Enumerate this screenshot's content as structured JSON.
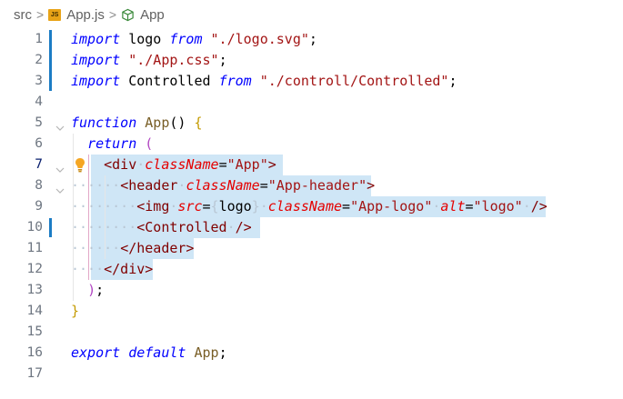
{
  "breadcrumb": {
    "items": [
      "src",
      "App.js",
      "App"
    ],
    "file_icon_text": "JS",
    "separator": ">"
  },
  "editor": {
    "lines": [
      {
        "num": "1",
        "tokens": [
          {
            "t": "import",
            "c": "kw"
          },
          {
            "t": " logo ",
            "c": "plain"
          },
          {
            "t": "from",
            "c": "kw"
          },
          {
            "t": " ",
            "c": "plain"
          },
          {
            "t": "\"./logo.svg\"",
            "c": "str"
          },
          {
            "t": ";",
            "c": "plain"
          }
        ]
      },
      {
        "num": "2",
        "tokens": [
          {
            "t": "import",
            "c": "kw"
          },
          {
            "t": " ",
            "c": "plain"
          },
          {
            "t": "\"./App.css\"",
            "c": "str"
          },
          {
            "t": ";",
            "c": "plain"
          }
        ]
      },
      {
        "num": "3",
        "tokens": [
          {
            "t": "import",
            "c": "kw"
          },
          {
            "t": " Controlled ",
            "c": "plain"
          },
          {
            "t": "from",
            "c": "kw"
          },
          {
            "t": " ",
            "c": "plain"
          },
          {
            "t": "\"./controll/Controlled\"",
            "c": "str"
          },
          {
            "t": ";",
            "c": "plain"
          }
        ]
      },
      {
        "num": "4",
        "tokens": []
      },
      {
        "num": "5",
        "tokens": [
          {
            "t": "function",
            "c": "kw"
          },
          {
            "t": " ",
            "c": "plain"
          },
          {
            "t": "App",
            "c": "fn"
          },
          {
            "t": "() ",
            "c": "plain"
          },
          {
            "t": "{",
            "c": "br"
          }
        ]
      },
      {
        "num": "6",
        "tokens": [
          {
            "t": "  ",
            "c": "plain"
          },
          {
            "t": "return",
            "c": "kw"
          },
          {
            "t": " ",
            "c": "plain"
          },
          {
            "t": "(",
            "c": "br2"
          }
        ]
      },
      {
        "num": "7",
        "tokens": [
          {
            "t": "    ",
            "c": "plain"
          },
          {
            "t": "<div",
            "c": "tag"
          },
          {
            "t": "·",
            "c": "dot"
          },
          {
            "t": "className",
            "c": "attr"
          },
          {
            "t": "=",
            "c": "plain"
          },
          {
            "t": "\"App\"",
            "c": "str"
          },
          {
            "t": ">",
            "c": "tag"
          }
        ]
      },
      {
        "num": "8",
        "tokens": [
          {
            "t": "······",
            "c": "dot"
          },
          {
            "t": "<header",
            "c": "tag"
          },
          {
            "t": "·",
            "c": "dot"
          },
          {
            "t": "className",
            "c": "attr"
          },
          {
            "t": "=",
            "c": "plain"
          },
          {
            "t": "\"App-header\"",
            "c": "str"
          },
          {
            "t": ">",
            "c": "tag"
          }
        ]
      },
      {
        "num": "9",
        "tokens": [
          {
            "t": "········",
            "c": "dot"
          },
          {
            "t": "<img",
            "c": "tag"
          },
          {
            "t": "·",
            "c": "dot"
          },
          {
            "t": "src",
            "c": "attr"
          },
          {
            "t": "=",
            "c": "plain"
          },
          {
            "t": "{",
            "c": "dot"
          },
          {
            "t": "logo",
            "c": "plain"
          },
          {
            "t": "}",
            "c": "dot"
          },
          {
            "t": "·",
            "c": "dot"
          },
          {
            "t": "className",
            "c": "attr"
          },
          {
            "t": "=",
            "c": "plain"
          },
          {
            "t": "\"App-logo\"",
            "c": "str"
          },
          {
            "t": "·",
            "c": "dot"
          },
          {
            "t": "alt",
            "c": "attr"
          },
          {
            "t": "=",
            "c": "plain"
          },
          {
            "t": "\"logo\"",
            "c": "str"
          },
          {
            "t": "·",
            "c": "dot"
          },
          {
            "t": "/>",
            "c": "tag"
          }
        ]
      },
      {
        "num": "10",
        "tokens": [
          {
            "t": "········",
            "c": "dot"
          },
          {
            "t": "<Controlled",
            "c": "tag"
          },
          {
            "t": "·",
            "c": "dot"
          },
          {
            "t": "/>",
            "c": "tag"
          }
        ]
      },
      {
        "num": "11",
        "tokens": [
          {
            "t": "······",
            "c": "dot"
          },
          {
            "t": "</header>",
            "c": "tag"
          }
        ]
      },
      {
        "num": "12",
        "tokens": [
          {
            "t": "····",
            "c": "dot"
          },
          {
            "t": "</div>",
            "c": "tag"
          }
        ]
      },
      {
        "num": "13",
        "tokens": [
          {
            "t": "  ",
            "c": "plain"
          },
          {
            "t": ")",
            "c": "br2"
          },
          {
            "t": ";",
            "c": "plain"
          }
        ]
      },
      {
        "num": "14",
        "tokens": [
          {
            "t": "}",
            "c": "br"
          }
        ]
      },
      {
        "num": "15",
        "tokens": []
      },
      {
        "num": "16",
        "tokens": [
          {
            "t": "export",
            "c": "kw"
          },
          {
            "t": " ",
            "c": "plain"
          },
          {
            "t": "default",
            "c": "kw"
          },
          {
            "t": " ",
            "c": "plain"
          },
          {
            "t": "App",
            "c": "fn"
          },
          {
            "t": ";",
            "c": "plain"
          }
        ]
      },
      {
        "num": "17",
        "tokens": []
      }
    ]
  }
}
